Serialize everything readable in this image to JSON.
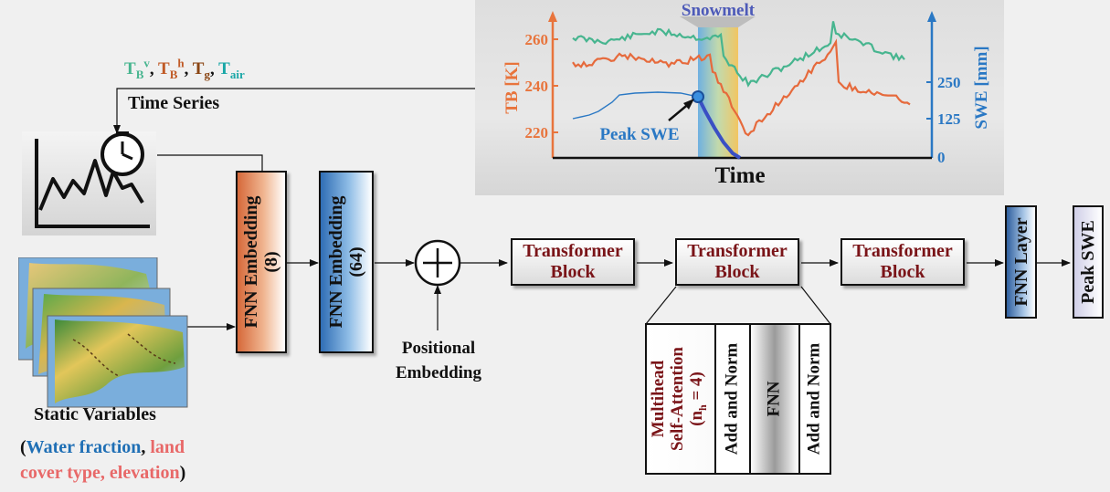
{
  "inputs": {
    "time_series_vars": {
      "tbv": "T",
      "tbv_sub": "B",
      "tbv_sup": "v",
      "tbh": "T",
      "tbh_sub": "B",
      "tbh_sup": "h",
      "tg": "T",
      "tg_sub": "g",
      "tair": "T",
      "tair_sub": "air"
    },
    "time_series_label": "Time Series",
    "static_label": "Static Variables",
    "static_desc_1": "Water fraction",
    "static_desc_2": "land",
    "static_desc_3": "cover type, elevation"
  },
  "inset_chart": {
    "tb_axis_label": "TB [K]",
    "swe_axis_label": "SWE [mm]",
    "x_label": "Time",
    "tb_ticks": [
      "260",
      "240",
      "220"
    ],
    "swe_ticks": [
      "250",
      "125",
      "0"
    ],
    "snowmelt_label": "Snowmelt",
    "peak_label": "Peak SWE"
  },
  "chart_data": {
    "type": "line",
    "xlabel": "Time",
    "y_left_label": "TB [K]",
    "y_right_label": "SWE [mm]",
    "y_left_ticks": [
      220,
      240,
      260
    ],
    "y_right_ticks": [
      0,
      125,
      250
    ],
    "annotations": [
      "Snowmelt",
      "Peak SWE"
    ]
  },
  "blocks": {
    "fnn_embed_8_line1": "FNN Embedding",
    "fnn_embed_8_line2": "(8)",
    "fnn_embed_64_line1": "FNN Embedding",
    "fnn_embed_64_line2": "(64)",
    "positional_line1": "Positional",
    "positional_line2": "Embedding",
    "transformer_1_line1": "Transformer",
    "transformer_1_line2": "Block",
    "transformer_2_line1": "Transformer",
    "transformer_2_line2": "Block",
    "transformer_3_line1": "Transformer",
    "transformer_3_line2": "Block",
    "fnn_layer": "FNN Layer",
    "output": "Peak SWE"
  },
  "detail": {
    "mhsa_line1": "Multihead",
    "mhsa_line2": "Self-Attention",
    "mhsa_heads_n": "(n",
    "mhsa_heads_sub": "h",
    "mhsa_heads_val": " = 4)",
    "add_norm_1": "Add and Norm",
    "ffn": "FNN",
    "add_norm_2": "Add and Norm"
  },
  "colors": {
    "tbv": "#47b58f",
    "tbh": "#e66a3c",
    "tg": "#8a4513",
    "tair": "#1aa7a7",
    "swe_blue": "#2a78c4",
    "red_text": "#e86868",
    "blue_text": "#1f6fb5"
  }
}
